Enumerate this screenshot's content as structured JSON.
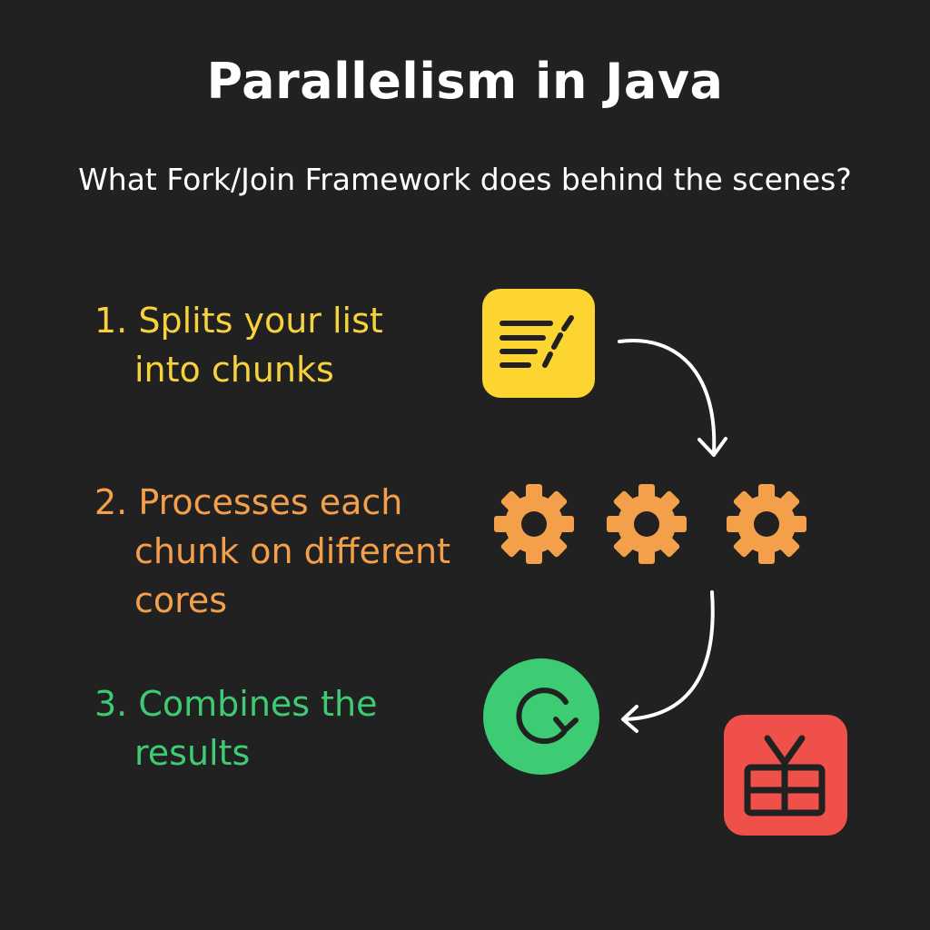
{
  "title": "Parallelism in Java",
  "subtitle": "What Fork/Join Framework does behind the scenes?",
  "steps": [
    {
      "lines": [
        "1. Splits your list",
        "into chunks"
      ],
      "color": "#f7d23a",
      "icon": "document-icon"
    },
    {
      "lines": [
        "2. Processes each",
        "chunk on different",
        "cores"
      ],
      "color": "#f4a04a",
      "icon": "gear-icon"
    },
    {
      "lines": [
        "3. Combines the",
        "results"
      ],
      "color": "#3dcc74",
      "icon": "refresh-icon"
    }
  ],
  "colors": {
    "background": "#212121",
    "document_tile": "#fcd530",
    "gear": "#f4a04a",
    "refresh_circle": "#3dcc74",
    "gift_tile": "#f0504a",
    "arrow": "#ffffff"
  },
  "icons": [
    "document-icon",
    "gear-icon",
    "gear-icon",
    "gear-icon",
    "refresh-icon",
    "gift-icon"
  ]
}
